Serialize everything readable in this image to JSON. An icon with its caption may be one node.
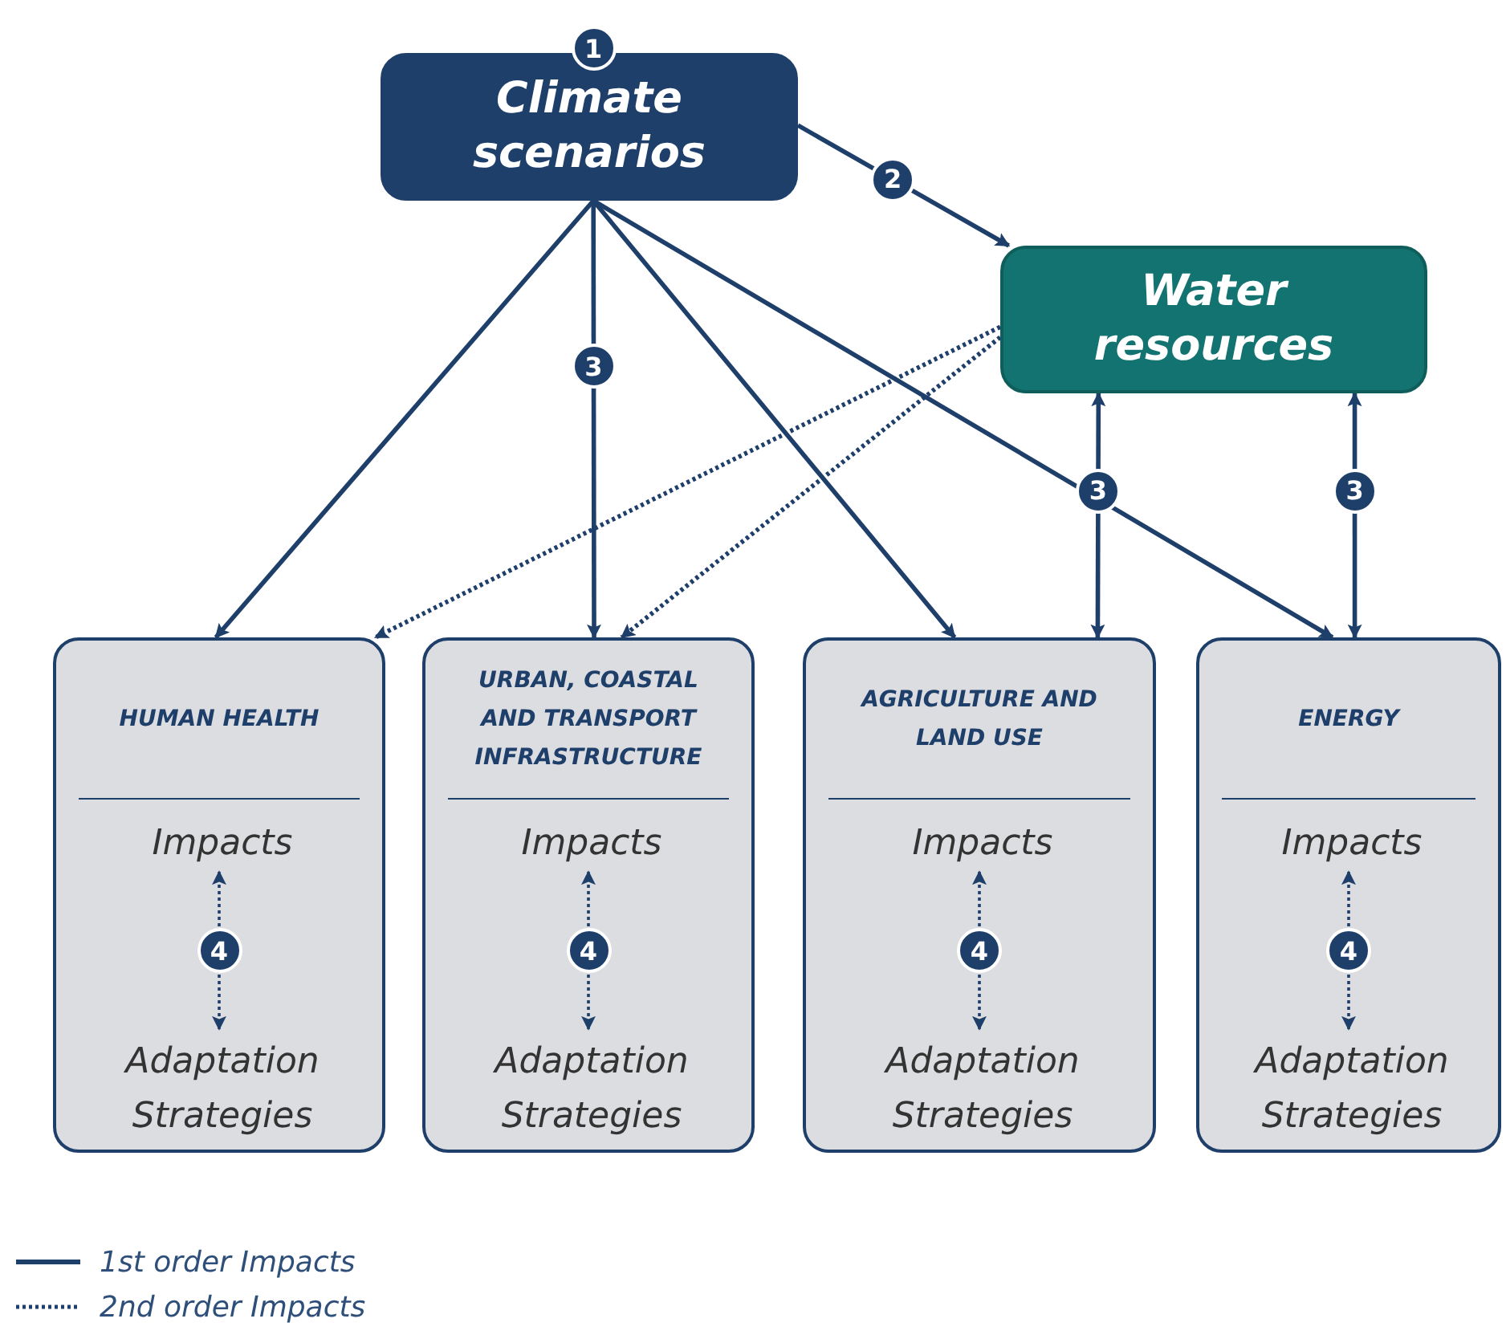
{
  "diagram": {
    "nodes": [
      {
        "text": [
          "Climate scenarios"
        ],
        "beside": [
          "1"
        ]
      },
      {
        "text": [
          "Water resources"
        ]
      },
      {
        "text": [
          "HUMAN HEALTH"
        ]
      },
      {
        "text": [
          "Impacts"
        ],
        "in": 2
      },
      {
        "text": [
          "Adaptation Strategies"
        ],
        "in": 2
      },
      {
        "text": [
          "URBAN, COASTAL AND TRANSPORT INFRASTRUCTURE"
        ]
      },
      {
        "text": [
          "Impacts"
        ],
        "in": 5
      },
      {
        "text": [
          "Adaptation Strategies"
        ],
        "in": 5
      },
      {
        "text": [
          "AGRICULTURE AND LAND USE"
        ]
      },
      {
        "text": [
          "Impacts"
        ],
        "in": 8
      },
      {
        "text": [
          "Adaptation Strategies"
        ],
        "in": 8
      },
      {
        "text": [
          "ENERGY"
        ]
      },
      {
        "text": [
          "Impacts"
        ],
        "in": 11
      },
      {
        "text": [
          "Adaptation Strategies"
        ],
        "in": 11
      }
    ],
    "edges": [
      {
        "from": 0,
        "to": 1,
        "arrow": "to",
        "label": "2"
      },
      {
        "from": 0,
        "to": 2,
        "arrow": "to"
      },
      {
        "from": 0,
        "to": 5,
        "arrow": "to",
        "label": "3"
      },
      {
        "from": 0,
        "to": 8,
        "arrow": "to"
      },
      {
        "from": 0,
        "to": 11,
        "arrow": "to"
      },
      {
        "from": 1,
        "to": 2,
        "arrow": "to",
        "style": "dashed"
      },
      {
        "from": 1,
        "to": 5,
        "arrow": "to",
        "style": "dashed"
      },
      {
        "from": 1,
        "to": 8,
        "arrow": "both",
        "label": "3"
      },
      {
        "from": 1,
        "to": 11,
        "arrow": "both",
        "label": "3"
      },
      {
        "from": 3,
        "to": 4,
        "arrow": "both",
        "style": "dashed",
        "label": "4"
      },
      {
        "from": 6,
        "to": 7,
        "arrow": "both",
        "style": "dashed",
        "label": "4"
      },
      {
        "from": 9,
        "to": 10,
        "arrow": "both",
        "style": "dashed",
        "label": "4"
      },
      {
        "from": 12,
        "to": 13,
        "arrow": "both",
        "style": "dashed",
        "label": "4"
      }
    ],
    "legend": [
      {
        "text": "1st order Impacts"
      },
      {
        "text": "2nd order Impacts"
      }
    ]
  }
}
